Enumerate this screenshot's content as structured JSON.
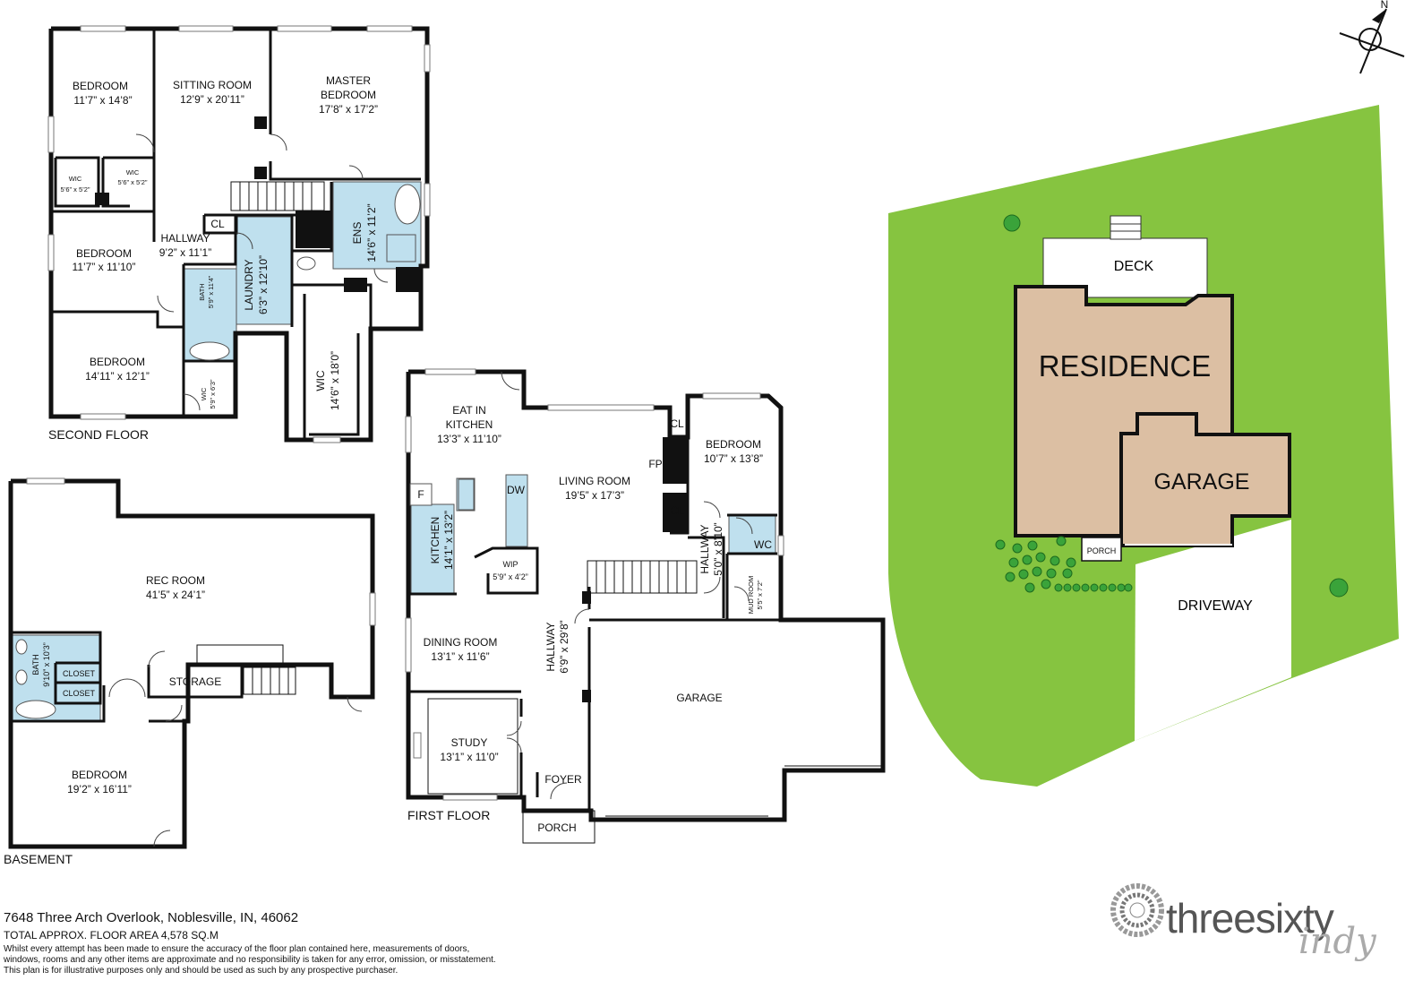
{
  "floors": {
    "second": "SECOND FLOOR",
    "basement": "BASEMENT",
    "first": "FIRST FLOOR"
  },
  "rooms": {
    "bed1": {
      "name": "BEDROOM",
      "size": "11’7” x 14’8”"
    },
    "sitting": {
      "name": "SITTING ROOM",
      "size": "12’9” x 20’11”"
    },
    "master": {
      "name1": "MASTER",
      "name2": "BEDROOM",
      "size": "17’8” x 17’2”"
    },
    "wic1": {
      "name": "WIC",
      "size": "5’6” x 5’2”"
    },
    "wic2": {
      "name": "WIC",
      "size": "5’6” x 5’2”"
    },
    "bed2": {
      "name": "BEDROOM",
      "size": "11’7” x 11’10”"
    },
    "hall2": {
      "name": "HALLWAY",
      "size": "9’2” x 11’1”"
    },
    "cl2": {
      "name": "CL"
    },
    "bath2": {
      "name": "BATH",
      "size": "5’9” x 11’4”"
    },
    "laundry": {
      "name": "LAUNDRY",
      "size": "6’3” x 12’10”"
    },
    "ens": {
      "name": "ENS",
      "size": "14’6” x 11’2”"
    },
    "bed3": {
      "name": "BEDROOM",
      "size": "14’11” x 12’1”"
    },
    "wic3": {
      "name": "WIC",
      "size": "5’9” x 6’3”"
    },
    "wic4": {
      "name": "WIC",
      "size": "14’6” x 18’0”"
    },
    "rec": {
      "name": "REC ROOM",
      "size": "41’5” x 24’1”"
    },
    "bathB": {
      "name": "BATH",
      "size": "9’10” x 10’3”"
    },
    "closet1": {
      "name": "CLOSET"
    },
    "closet2": {
      "name": "CLOSET"
    },
    "storage": {
      "name": "STORAGE"
    },
    "bedB": {
      "name": "BEDROOM",
      "size": "19’2” x 16’11”"
    },
    "eatin": {
      "name1": "EAT IN",
      "name2": "KITCHEN",
      "size": "13’3” x 11’10”"
    },
    "living": {
      "name": "LIVING ROOM",
      "size": "19’5” x 17’3”"
    },
    "fp": {
      "name": "FP"
    },
    "clA": {
      "name": "CL"
    },
    "clB": {
      "name": "CL"
    },
    "bed1f": {
      "name": "BEDROOM",
      "size": "10’7” x 13’8”"
    },
    "fridge": {
      "name": "F"
    },
    "dw": {
      "name": "DW"
    },
    "kitchen": {
      "name": "KITCHEN",
      "size": "14’1” x 13’2”"
    },
    "wip": {
      "name": "WIP",
      "size": "5’9” x 4’2”"
    },
    "hall1s": {
      "name": "HALLWAY",
      "size": "5’0” x 8’10”"
    },
    "wc": {
      "name": "WC"
    },
    "mud": {
      "name": "MUD ROOM",
      "size": "5’5” x 7’2”"
    },
    "dining": {
      "name": "DINING ROOM",
      "size": "13’1” x 11’6”"
    },
    "hall1": {
      "name": "HALLWAY",
      "size": "6’9” x 29’8”"
    },
    "garage": {
      "name": "GARAGE"
    },
    "study": {
      "name": "STUDY",
      "size": "13’1” x 11’0”"
    },
    "foyer": {
      "name": "FOYER"
    },
    "porch": {
      "name": "PORCH"
    }
  },
  "site": {
    "compass": "N",
    "deck": "DECK",
    "residence": "RESIDENCE",
    "garage": "GARAGE",
    "porch": "PORCH",
    "driveway": "DRIVEWAY",
    "colors": {
      "lawn": "#86c440",
      "house": "#dcbfa3",
      "outline": "#111111"
    }
  },
  "footer": {
    "address": "7648 Three Arch Overlook, Noblesville, IN, 46062",
    "area": "TOTAL APPROX. FLOOR AREA 4,578 SQ.M",
    "disclaimer1": "Whilst every attempt has been made to ensure the accuracy of the floor plan contained here, measurements of doors,",
    "disclaimer2": "windows, rooms and any other items are approximate and no responsibility is taken for any error, omission, or misstatement.",
    "disclaimer3": "This plan is for illustrative purposes only and should be used as such by any prospective purchaser."
  },
  "brand": {
    "name": "threesixty",
    "sub": "indy"
  },
  "colors": {
    "wet_area": "#bfe0ee",
    "wall": "#111111"
  }
}
